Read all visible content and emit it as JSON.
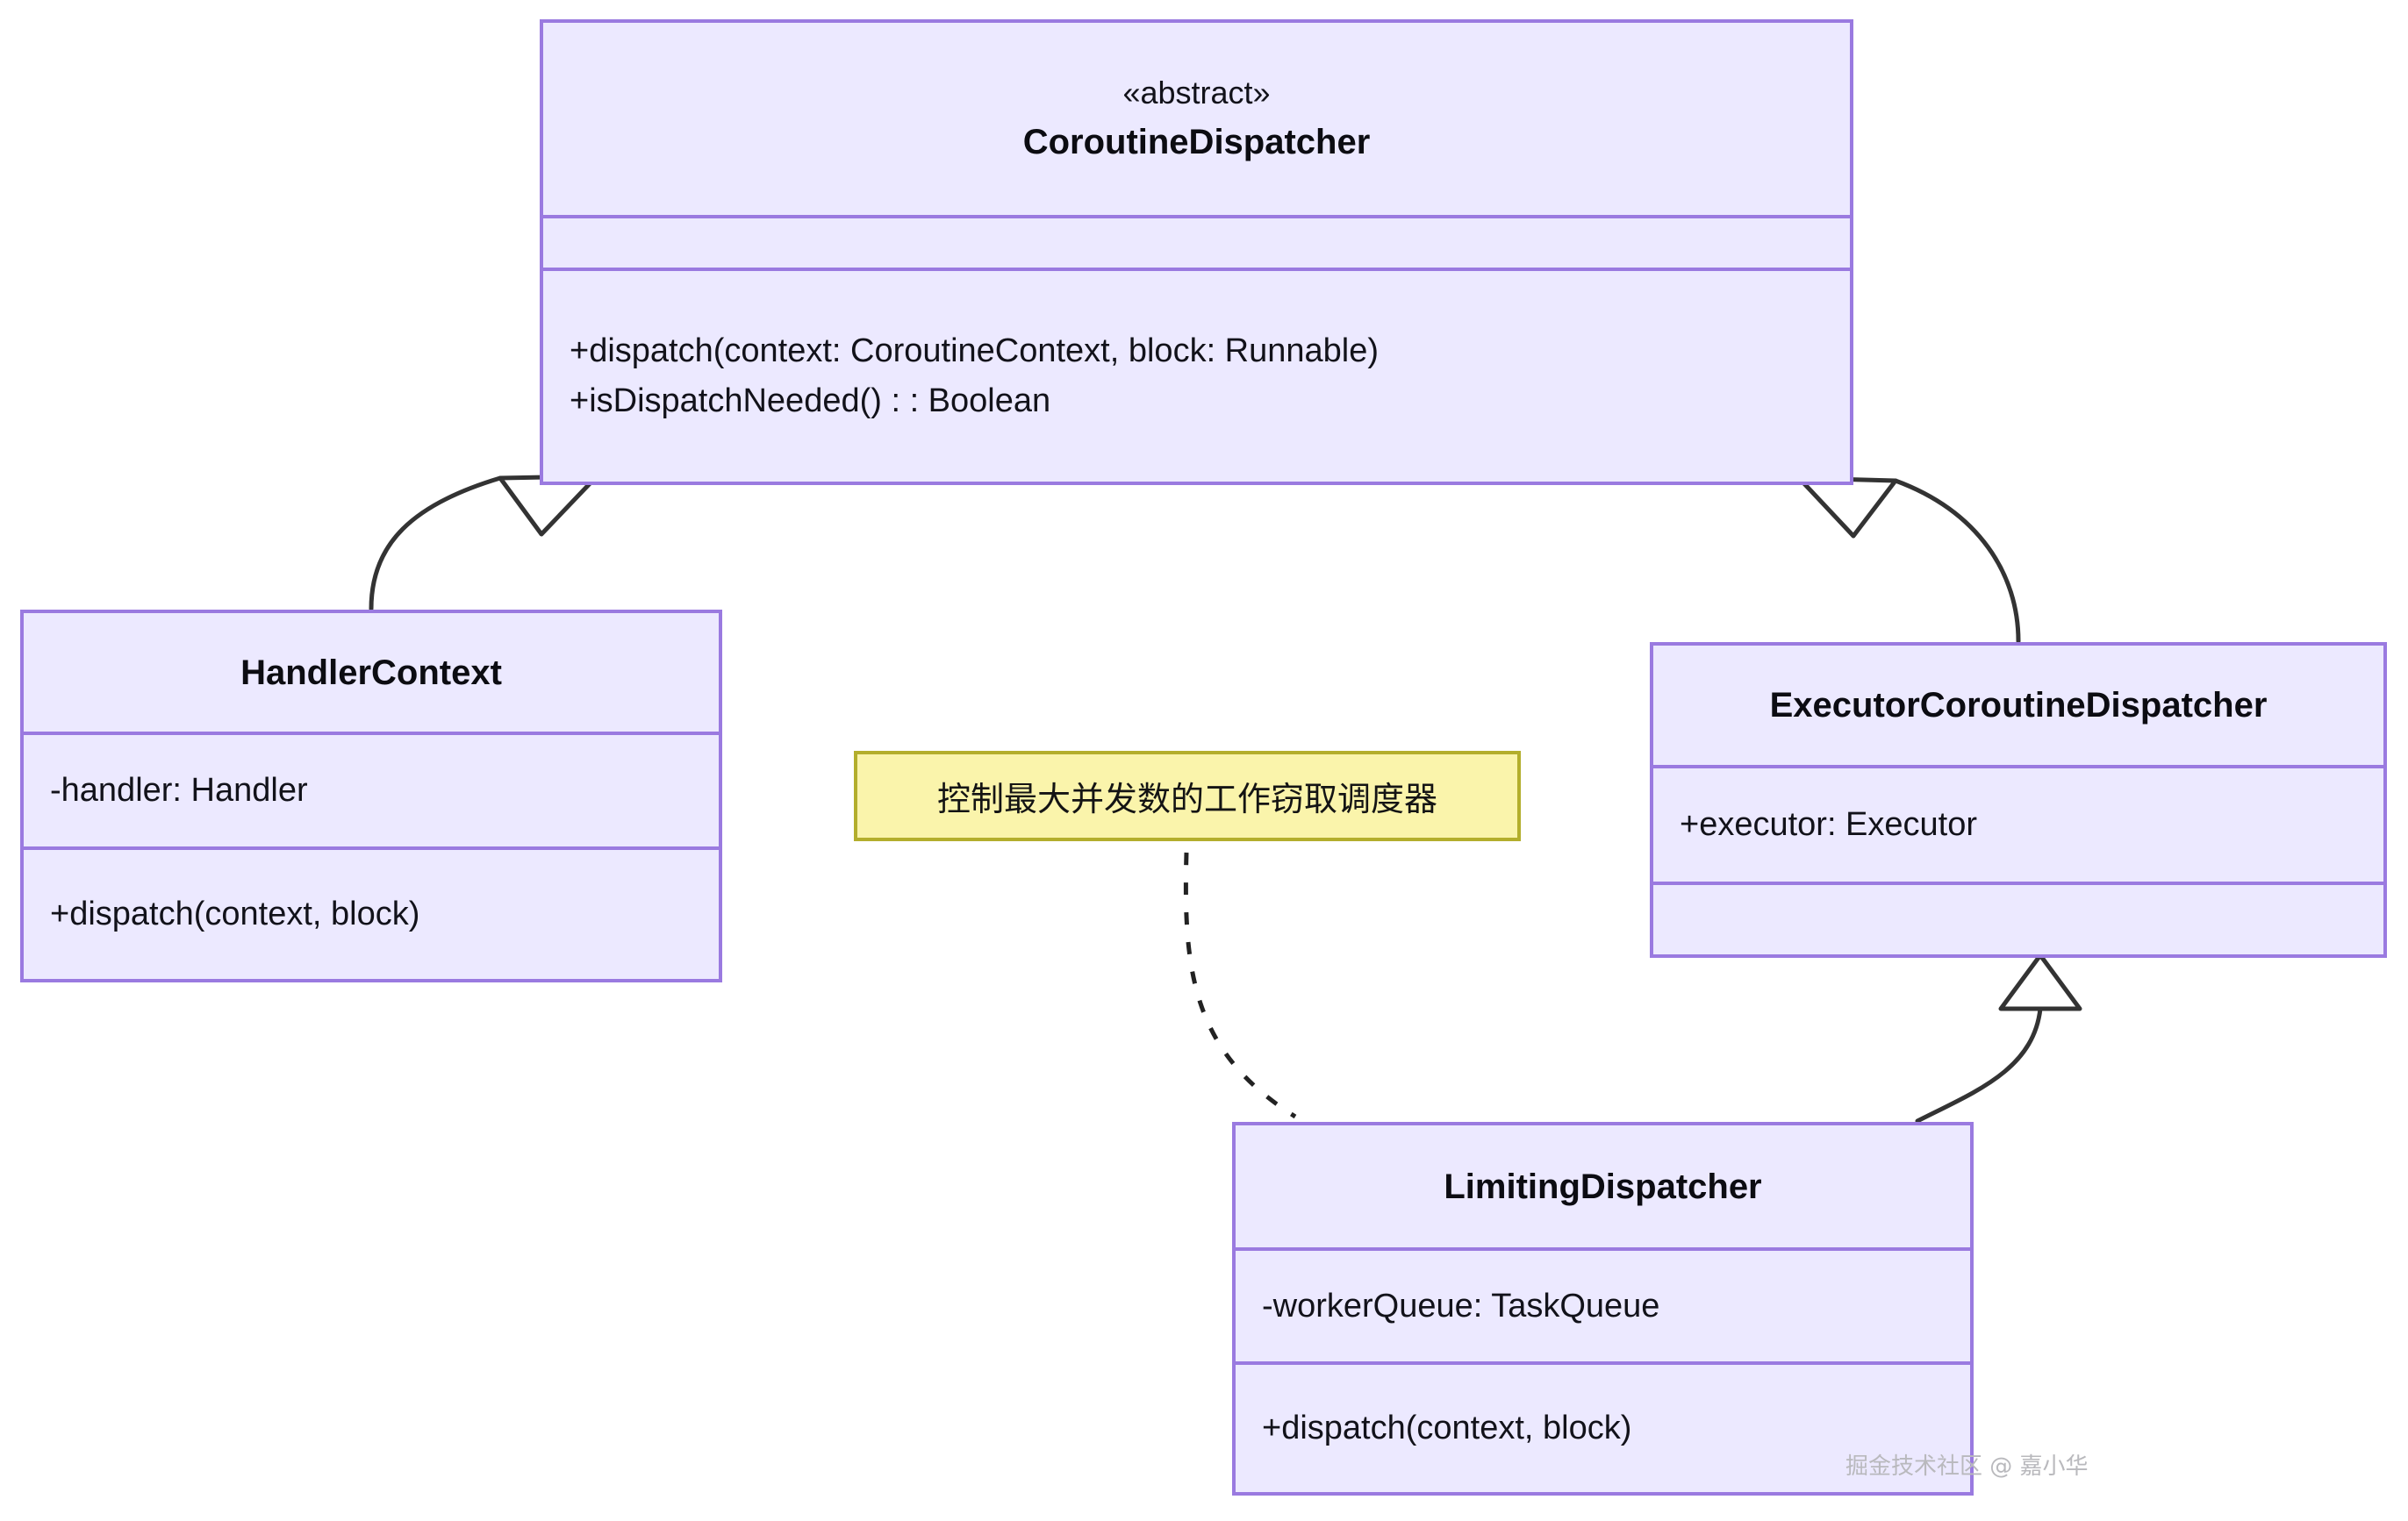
{
  "diagram": {
    "type": "uml-class-diagram",
    "colors": {
      "class_fill": "#ece9ff",
      "class_border": "#9a7ae0",
      "note_fill": "#faf4ab",
      "note_border": "#b3ae2c",
      "edge": "#333333",
      "background": "#ffffff",
      "watermark": "#b9b9bd"
    },
    "classes": [
      {
        "id": "coroutine-dispatcher",
        "stereotype": "«abstract»",
        "name": "CoroutineDispatcher",
        "attributes": [],
        "methods": [
          "+dispatch(context: CoroutineContext, block: Runnable)",
          "+isDispatchNeeded() : : Boolean"
        ]
      },
      {
        "id": "handler-context",
        "stereotype": "",
        "name": "HandlerContext",
        "attributes": [
          "-handler: Handler"
        ],
        "methods": [
          "+dispatch(context, block)"
        ]
      },
      {
        "id": "executor-coroutine-dispatcher",
        "stereotype": "",
        "name": "ExecutorCoroutineDispatcher",
        "attributes": [
          "+executor: Executor"
        ],
        "methods": []
      },
      {
        "id": "limiting-dispatcher",
        "stereotype": "",
        "name": "LimitingDispatcher",
        "attributes": [
          "-workerQueue: TaskQueue"
        ],
        "methods": [
          "+dispatch(context, block)"
        ]
      }
    ],
    "note": {
      "id": "note-limiting-dispatcher",
      "text": "控制最大并发数的工作窃取调度器",
      "attached_to": "limiting-dispatcher",
      "connector": "dashed"
    },
    "relationships": [
      {
        "type": "generalization",
        "from": "handler-context",
        "to": "coroutine-dispatcher",
        "arrow": "hollow-triangle",
        "line": "solid"
      },
      {
        "type": "generalization",
        "from": "executor-coroutine-dispatcher",
        "to": "coroutine-dispatcher",
        "arrow": "hollow-triangle",
        "line": "solid"
      },
      {
        "type": "generalization",
        "from": "limiting-dispatcher",
        "to": "executor-coroutine-dispatcher",
        "arrow": "hollow-triangle",
        "line": "solid"
      }
    ],
    "watermark": "掘金技术社区 @ 嘉小华"
  }
}
